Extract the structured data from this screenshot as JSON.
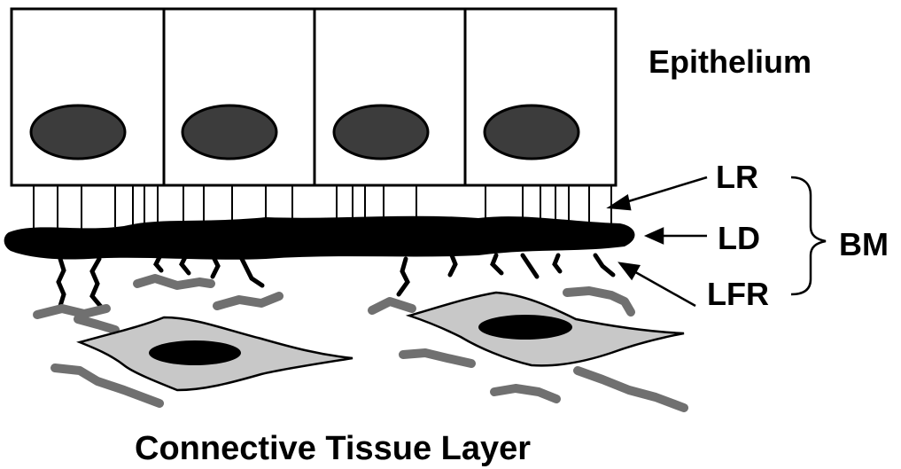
{
  "labels": {
    "epithelium": "Epithelium",
    "lr": "LR",
    "ld": "LD",
    "lfr": "LFR",
    "bm": "BM",
    "connective_tissue": "Connective Tissue Layer"
  },
  "colors": {
    "outline": "#000000",
    "cell_fill": "#ffffff",
    "nucleus": "#3c3c3c",
    "fibroblast": "#c8c8c8",
    "fibroblast_nucleus": "#000000",
    "collagen": "#707070",
    "lamina_densa": "#000000"
  }
}
